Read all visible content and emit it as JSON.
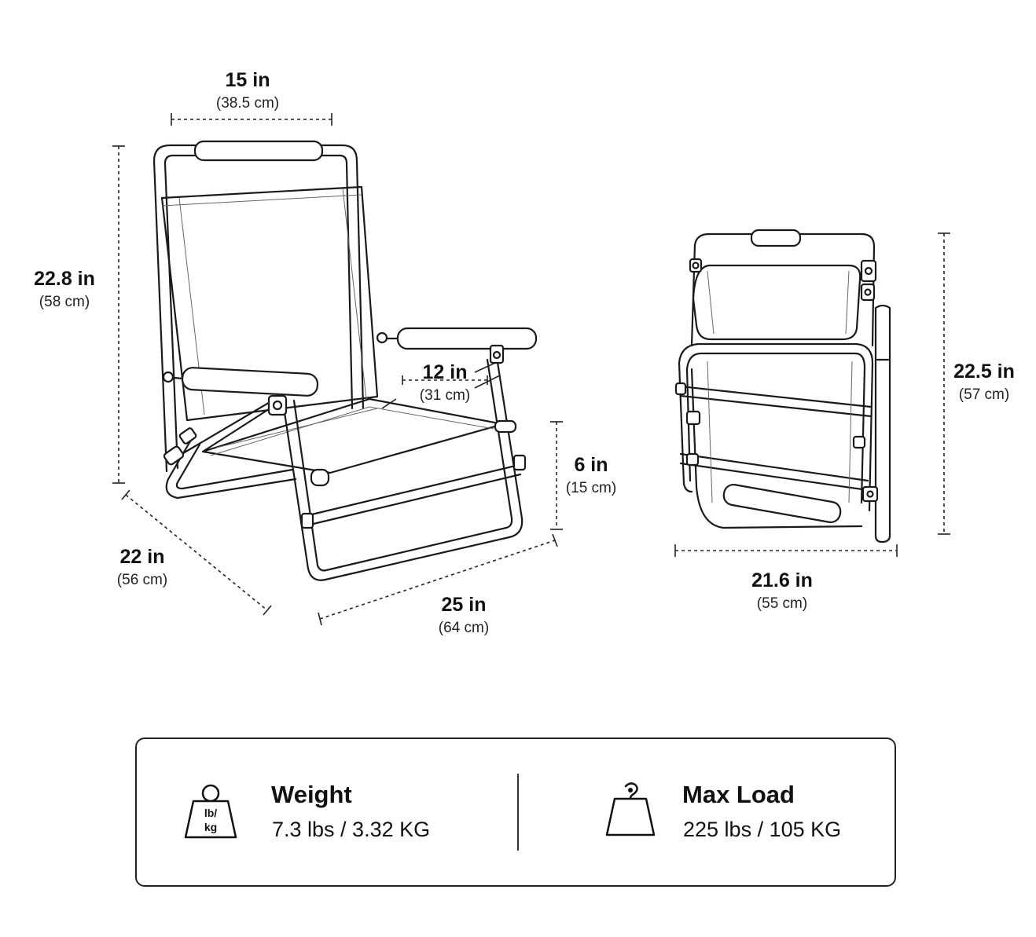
{
  "dimensions": {
    "seat_width": {
      "main": "15 in",
      "sub": "(38.5 cm)"
    },
    "back_height": {
      "main": "22.8 in",
      "sub": "(58 cm)"
    },
    "seat_depth": {
      "main": "12 in",
      "sub": "(31 cm)"
    },
    "seat_height": {
      "main": "6 in",
      "sub": "(15 cm)"
    },
    "depth": {
      "main": "22 in",
      "sub": "(56 cm)"
    },
    "length": {
      "main": "25 in",
      "sub": "(64 cm)"
    },
    "folded_height": {
      "main": "22.5 in",
      "sub": "(57 cm)"
    },
    "folded_width": {
      "main": "21.6 in",
      "sub": "(55 cm)"
    }
  },
  "specs": {
    "weight": {
      "icon": "weight-icon",
      "icon_label_top": "lb/",
      "icon_label_bottom": "kg",
      "title": "Weight",
      "value": "7.3 lbs / 3.32 KG"
    },
    "max_load": {
      "icon": "hook-weight-icon",
      "title": "Max Load",
      "value": "225 lbs / 105 KG"
    }
  }
}
